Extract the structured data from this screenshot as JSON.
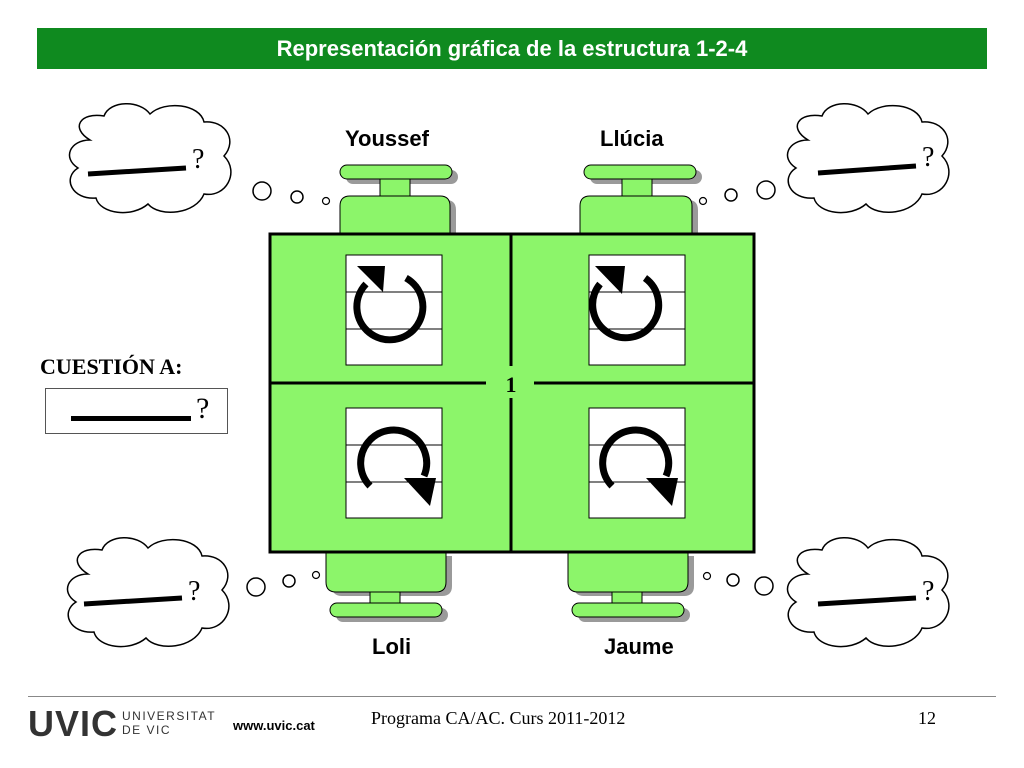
{
  "slide": {
    "title": "Representación gráfica de la estructura  1-2-4",
    "question_label": "CUESTIÓN A:",
    "question_mark": "?",
    "table_number": "1"
  },
  "people": {
    "top_left": "Youssef",
    "top_right": "Llúcia",
    "bottom_left": "Loli",
    "bottom_right": "Jaume"
  },
  "clouds": {
    "top_left_q": "?",
    "top_right_q": "?",
    "bottom_left_q": "?",
    "bottom_right_q": "?"
  },
  "footer": {
    "logo_text": "UVIC",
    "logo_sub_1": "UNIVERSITAT",
    "logo_sub_2": "DE VIC",
    "website": "www.uvic.cat",
    "program": "Programa CA/AC. Curs 2011-2012",
    "page_number": "12"
  },
  "colors": {
    "title_bar": "#0f8a1f",
    "table_green": "#8cf56a",
    "chair_green": "#8cf56a",
    "shadow": "#9a9a9a"
  }
}
